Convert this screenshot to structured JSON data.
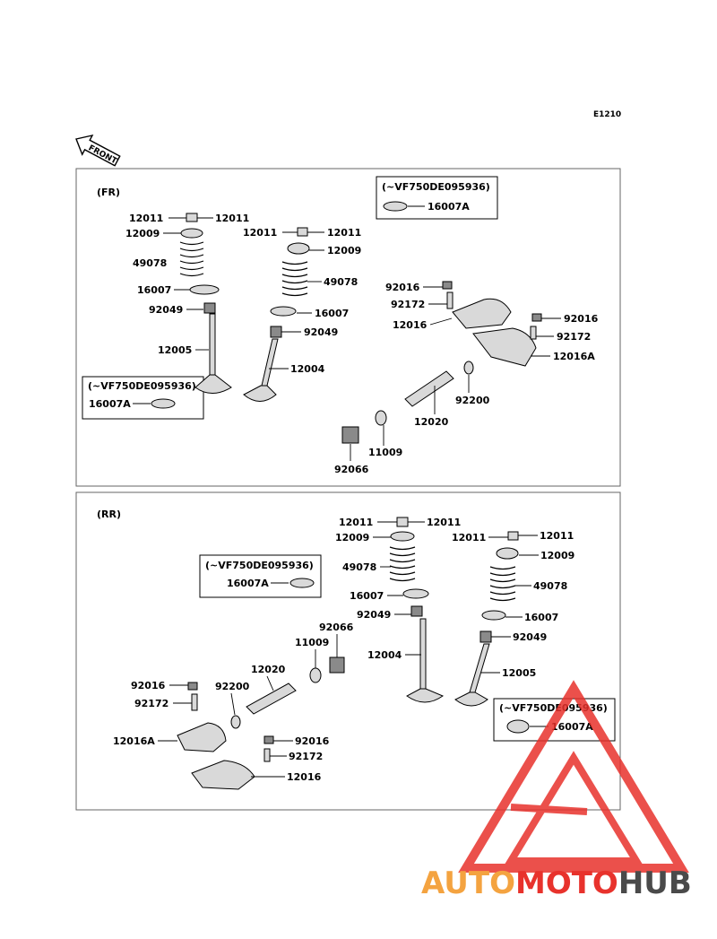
{
  "ref_code": "E1210",
  "front_label": "FRONT",
  "sections": {
    "fr": {
      "label": "(FR)",
      "note_top": {
        "serial": "(~VF750DE095936)",
        "part": "16007A"
      },
      "note_left": {
        "serial": "(~VF750DE095936)",
        "part": "16007A"
      },
      "labels": [
        "12011",
        "12011",
        "12009",
        "49078",
        "16007",
        "92049",
        "12005",
        "12011",
        "12011",
        "12009",
        "49078",
        "16007",
        "92049",
        "12004",
        "92016",
        "92172",
        "12016",
        "92016",
        "92172",
        "12016A",
        "92200",
        "12020",
        "11009",
        "92066"
      ]
    },
    "rr": {
      "label": "(RR)",
      "note_mid": {
        "serial": "(~VF750DE095936)",
        "part": "16007A"
      },
      "note_right": {
        "serial": "(~VF750DE095936)",
        "part": "16007A"
      },
      "labels": [
        "12011",
        "12011",
        "12009",
        "49078",
        "16007",
        "92049",
        "12004",
        "12011",
        "12011",
        "12009",
        "49078",
        "16007",
        "92049",
        "12005",
        "92066",
        "11009",
        "12020",
        "92200",
        "92016",
        "92172",
        "12016A",
        "92016",
        "92172",
        "12016"
      ]
    }
  },
  "watermark": {
    "part1": "AUTO",
    "part2": "MOTO",
    "part3": "HUB"
  },
  "colors": {
    "watermark_red": "#e8322c",
    "watermark_orange": "#f4a340",
    "watermark_gray": "#4a4a4a"
  }
}
